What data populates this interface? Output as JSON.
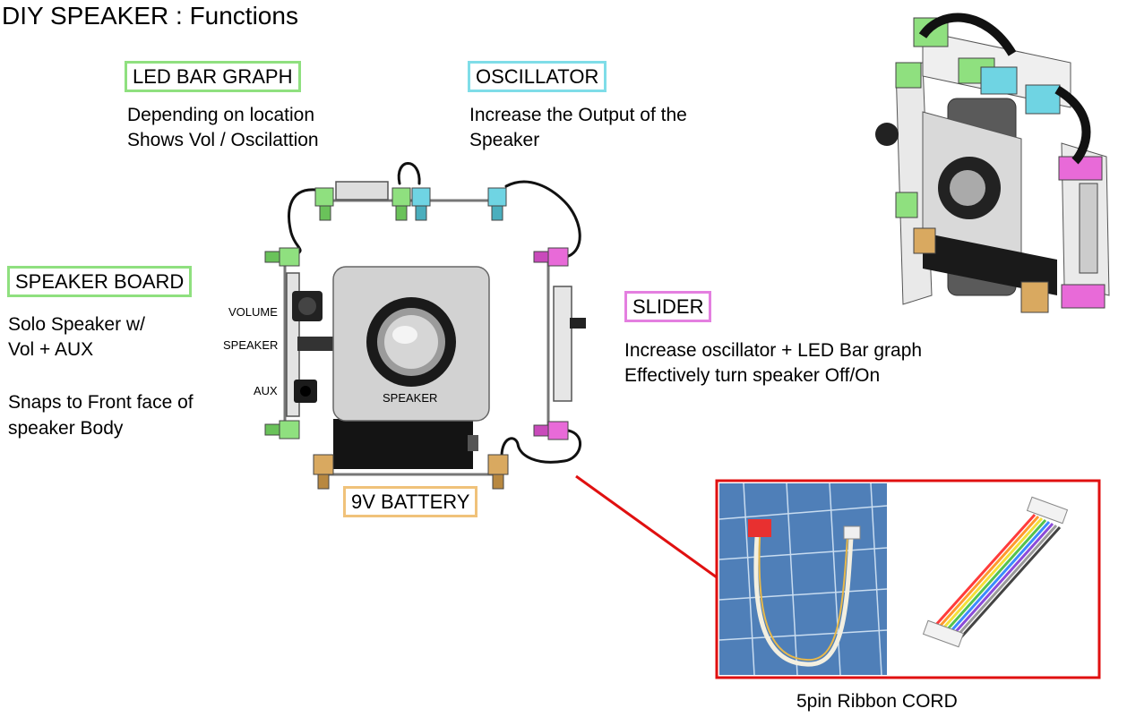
{
  "title": "DIY SPEAKER : Functions",
  "colors": {
    "led": "#8fe07f",
    "oscillator": "#7fdde8",
    "speaker_board": "#8fe07f",
    "slider": "#e47fe0",
    "battery": "#f0c27a",
    "callout": "#e01010"
  },
  "led_bar_graph": {
    "label": "LED BAR GRAPH",
    "lines": [
      "Depending on location",
      "Shows Vol / Oscilattion"
    ]
  },
  "oscillator": {
    "label": "OSCILLATOR",
    "lines": [
      "Increase the Output of the",
      "Speaker"
    ]
  },
  "speaker_board": {
    "label": "SPEAKER BOARD",
    "lines": [
      "Solo Speaker w/",
      "Vol + AUX",
      "",
      "Snaps to Front face of",
      "speaker Body"
    ]
  },
  "slider": {
    "label": "SLIDER",
    "lines": [
      "Increase oscillator + LED Bar graph",
      "Effectively turn speaker Off/On"
    ]
  },
  "battery": {
    "label": "9V BATTERY"
  },
  "device_labels": {
    "volume": "VOLUME",
    "speaker_side": "SPEAKER",
    "aux": "AUX",
    "speaker_center": "SPEAKER"
  },
  "ribbon": {
    "caption": "5pin Ribbon CORD"
  }
}
